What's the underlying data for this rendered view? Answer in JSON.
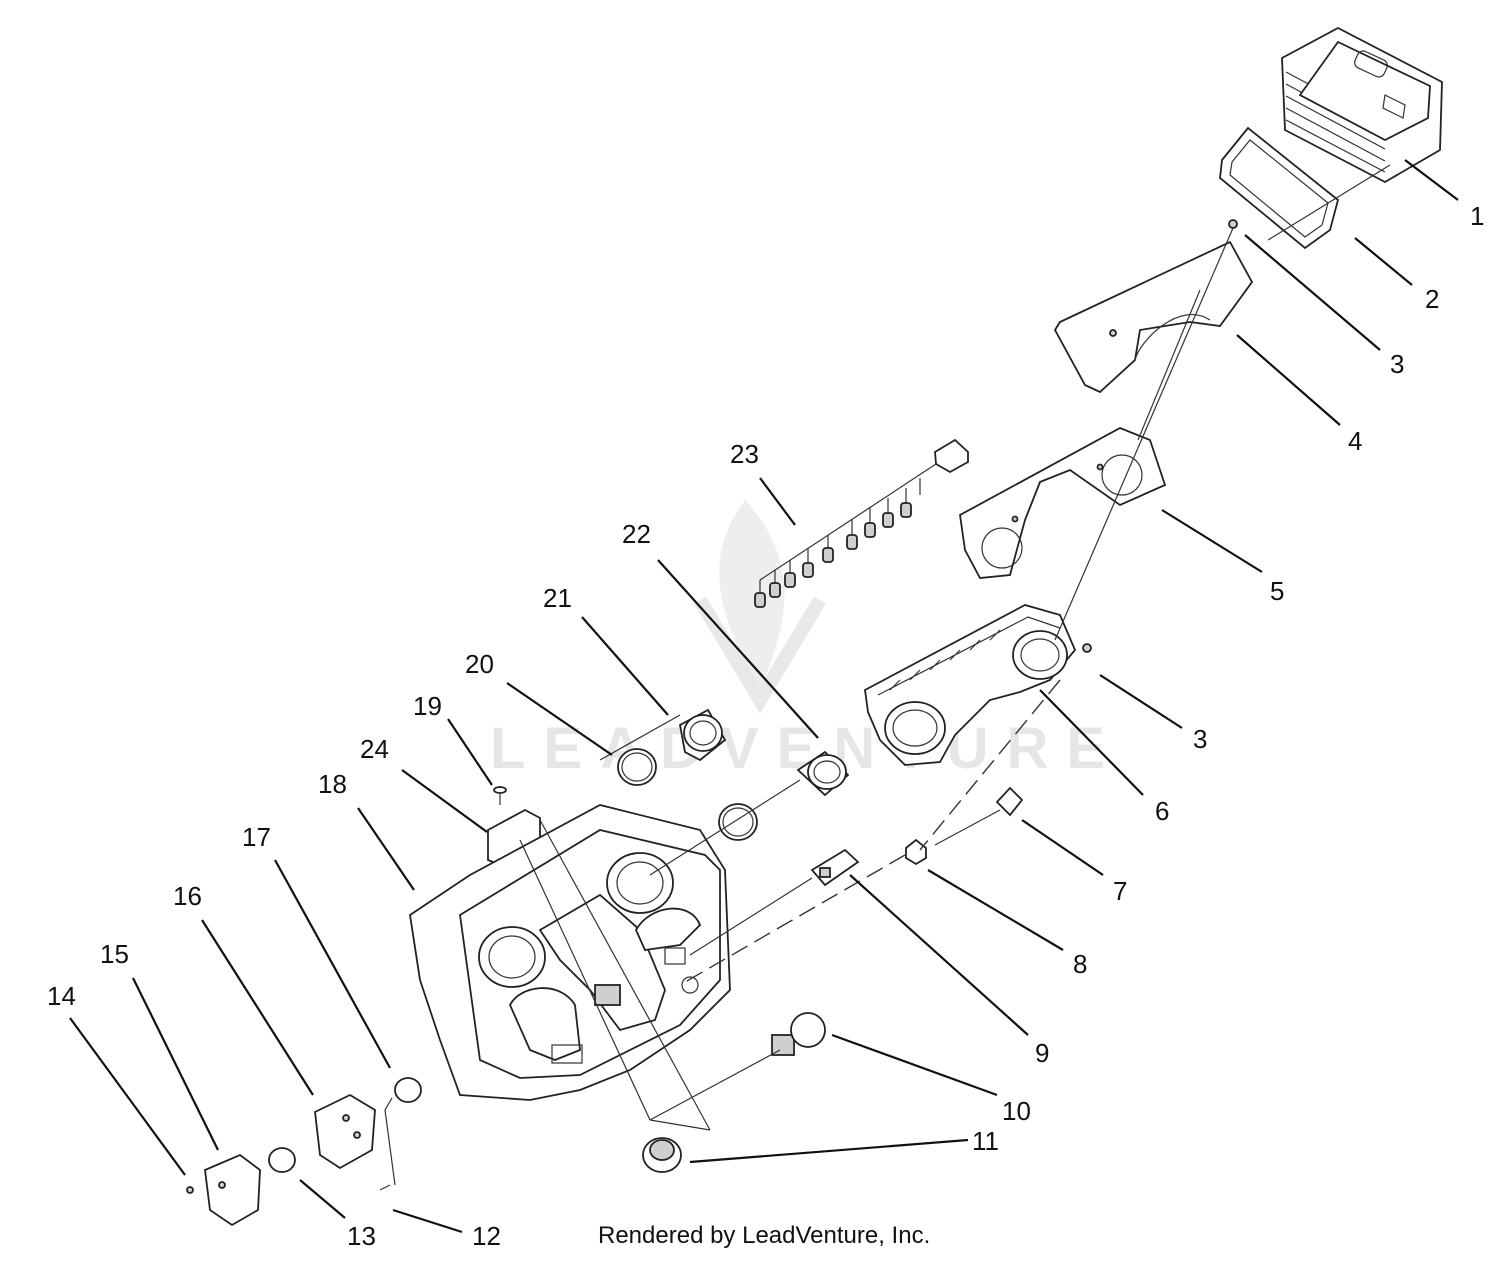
{
  "diagram": {
    "watermark": "LEADVENTURE",
    "credit": "Rendered by LeadVenture, Inc.",
    "callouts": [
      "1",
      "2",
      "3",
      "4",
      "5",
      "23",
      "22",
      "21",
      "20",
      "19",
      "24",
      "18",
      "3",
      "6",
      "17",
      "16",
      "7",
      "8",
      "15",
      "14",
      "9",
      "10",
      "11",
      "13",
      "12"
    ]
  }
}
